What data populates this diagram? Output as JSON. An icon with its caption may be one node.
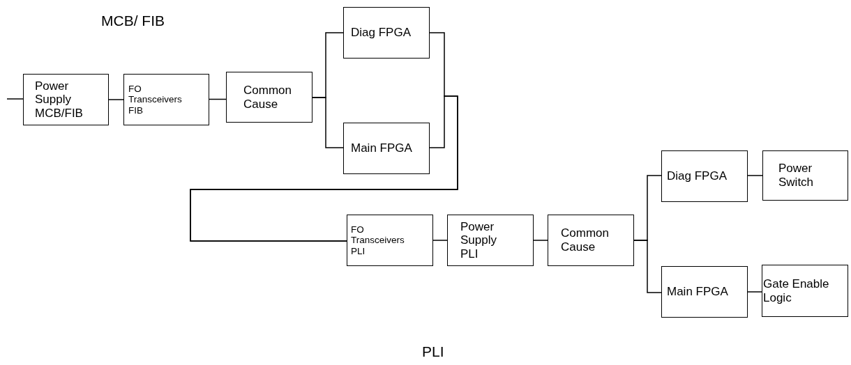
{
  "diagram": {
    "nodes": [
      {
        "text": [
          "Power Supply MCB/FIB"
        ]
      },
      {
        "text": [
          "FO Transceivers FIB"
        ]
      },
      {
        "text": [
          "Common Cause"
        ]
      },
      {
        "text": [
          "Diag FPGA"
        ]
      },
      {
        "text": [
          "Main FPGA"
        ]
      },
      {
        "text": [
          "FO Transceivers PLI"
        ]
      },
      {
        "text": [
          "Power Supply PLI"
        ]
      },
      {
        "text": [
          "Common Cause"
        ]
      },
      {
        "text": [
          "Diag FPGA"
        ]
      },
      {
        "text": [
          "Power Switch"
        ]
      },
      {
        "text": [
          "Main FPGA"
        ]
      },
      {
        "text": [
          "Gate Enable Logic"
        ]
      }
    ],
    "edges": [
      {
        "from": null,
        "to": 0,
        "arrow": "none"
      },
      {
        "from": 0,
        "to": 1,
        "arrow": "none"
      },
      {
        "from": 1,
        "to": 2,
        "arrow": "none"
      },
      {
        "from": 2,
        "to": 3,
        "arrow": "none"
      },
      {
        "from": 2,
        "to": 4,
        "arrow": "none"
      },
      {
        "from": 3,
        "to": 5,
        "arrow": "none"
      },
      {
        "from": 4,
        "to": 5,
        "arrow": "none"
      },
      {
        "from": 5,
        "to": 6,
        "arrow": "none"
      },
      {
        "from": 6,
        "to": 7,
        "arrow": "none"
      },
      {
        "from": 7,
        "to": 8,
        "arrow": "none"
      },
      {
        "from": 7,
        "to": 10,
        "arrow": "none"
      },
      {
        "from": 8,
        "to": 9,
        "arrow": "none"
      },
      {
        "from": 10,
        "to": 11,
        "arrow": "none"
      }
    ],
    "labels": [
      "MCB/ FIB",
      "PLI"
    ]
  }
}
